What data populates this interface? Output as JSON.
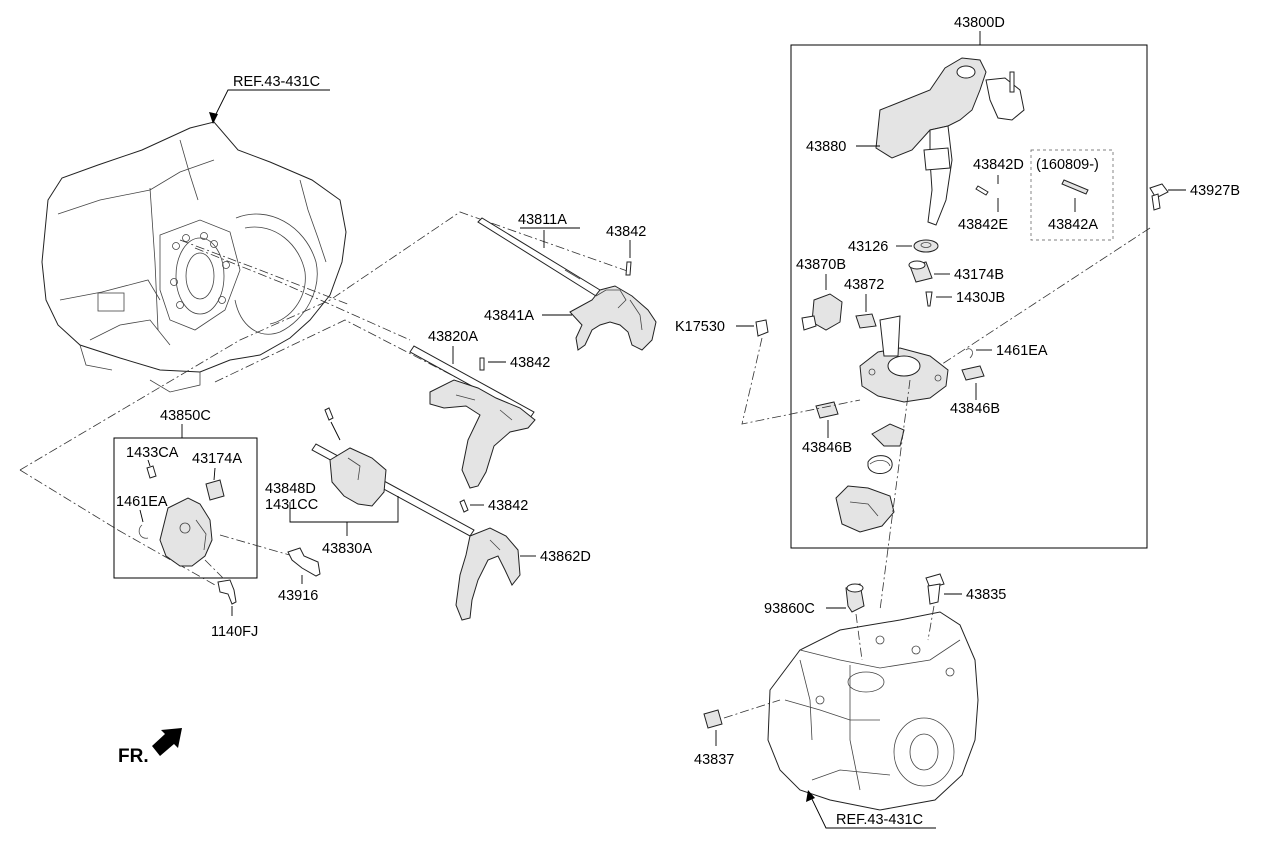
{
  "labels": {
    "ref_top": "REF.43-431C",
    "ref_bottom": "REF.43-431C",
    "p43800D": "43800D",
    "p43880": "43880",
    "p43842D": "43842D",
    "p160809": "(160809-)",
    "p43842E": "43842E",
    "p43842A": "43842A",
    "p43927B": "43927B",
    "p43126": "43126",
    "p43870B": "43870B",
    "p43174B": "43174B",
    "p43872": "43872",
    "p1430JB": "1430JB",
    "pK17530": "K17530",
    "p1461EA_r": "1461EA",
    "p43846B_r": "43846B",
    "p43846B_l": "43846B",
    "p43811A": "43811A",
    "p43842_top": "43842",
    "p43841A": "43841A",
    "p43820A": "43820A",
    "p43842_mid": "43842",
    "p43850C": "43850C",
    "p1433CA": "1433CA",
    "p43174A": "43174A",
    "p1461EA_l": "1461EA",
    "p43848D": "43848D",
    "p1431CC": "1431CC",
    "p43842_low": "43842",
    "p43830A": "43830A",
    "p43862D": "43862D",
    "p43916": "43916",
    "p1140FJ": "1140FJ",
    "p93860C": "93860C",
    "p43835": "43835",
    "p43837": "43837",
    "fr": "FR."
  }
}
